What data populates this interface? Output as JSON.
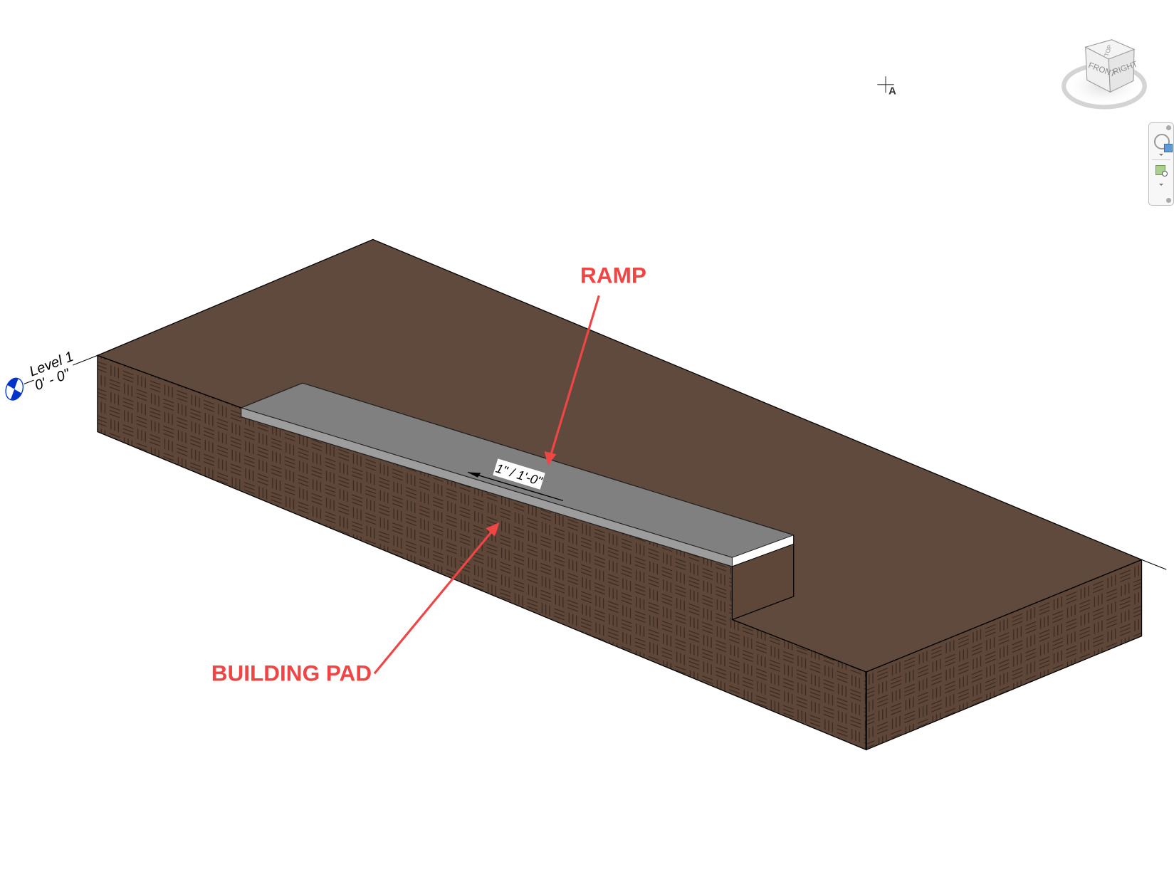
{
  "viewport": {
    "level": {
      "name": "Level 1",
      "elevation": "0' - 0\""
    },
    "ramp_slope_label": "1\" / 1'-0\"",
    "annotations": [
      {
        "label": "RAMP"
      },
      {
        "label": "BUILDING PAD"
      }
    ],
    "cursor_label": "A"
  },
  "viewcube": {
    "faces": {
      "front": "FRONT",
      "right": "RIGHT",
      "top": "TOP"
    }
  },
  "navigation_bar": {
    "tools": [
      "steering-wheel",
      "zoom-region"
    ]
  },
  "colors": {
    "annotation": "#f04545",
    "pad_top": "#604a3d",
    "pad_wall": "#5c4639",
    "ramp": "#808080",
    "level_marker": "#0033cc"
  }
}
